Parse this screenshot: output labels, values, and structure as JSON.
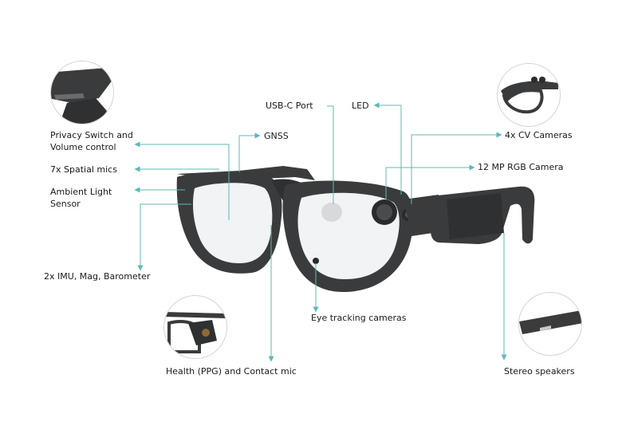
{
  "labels": {
    "privacy_switch": "Privacy Switch and\nVolume control",
    "spatial_mics": "7x Spatial mics",
    "ambient_light": "Ambient Light\nSensor",
    "imu": "2x IMU, Mag, Barometer",
    "gnss": "GNSS",
    "usb_c": "USB-C Port",
    "led": "LED",
    "cv_cameras": "4x CV Cameras",
    "rgb_camera": "12 MP RGB Camera",
    "eye_tracking": "Eye tracking cameras",
    "health": "Health (PPG) and Contact mic",
    "stereo_speakers": "Stereo speakers"
  },
  "colors": {
    "leader_line": "#5fb8b5",
    "frame": "#3a3b3c",
    "frame_dark": "#2a2b2c",
    "lens": "#f2f3f4"
  },
  "icons": [
    "privacy-switch-closeup",
    "cv-cameras-closeup",
    "health-sensor-closeup",
    "stereo-speaker-closeup"
  ]
}
